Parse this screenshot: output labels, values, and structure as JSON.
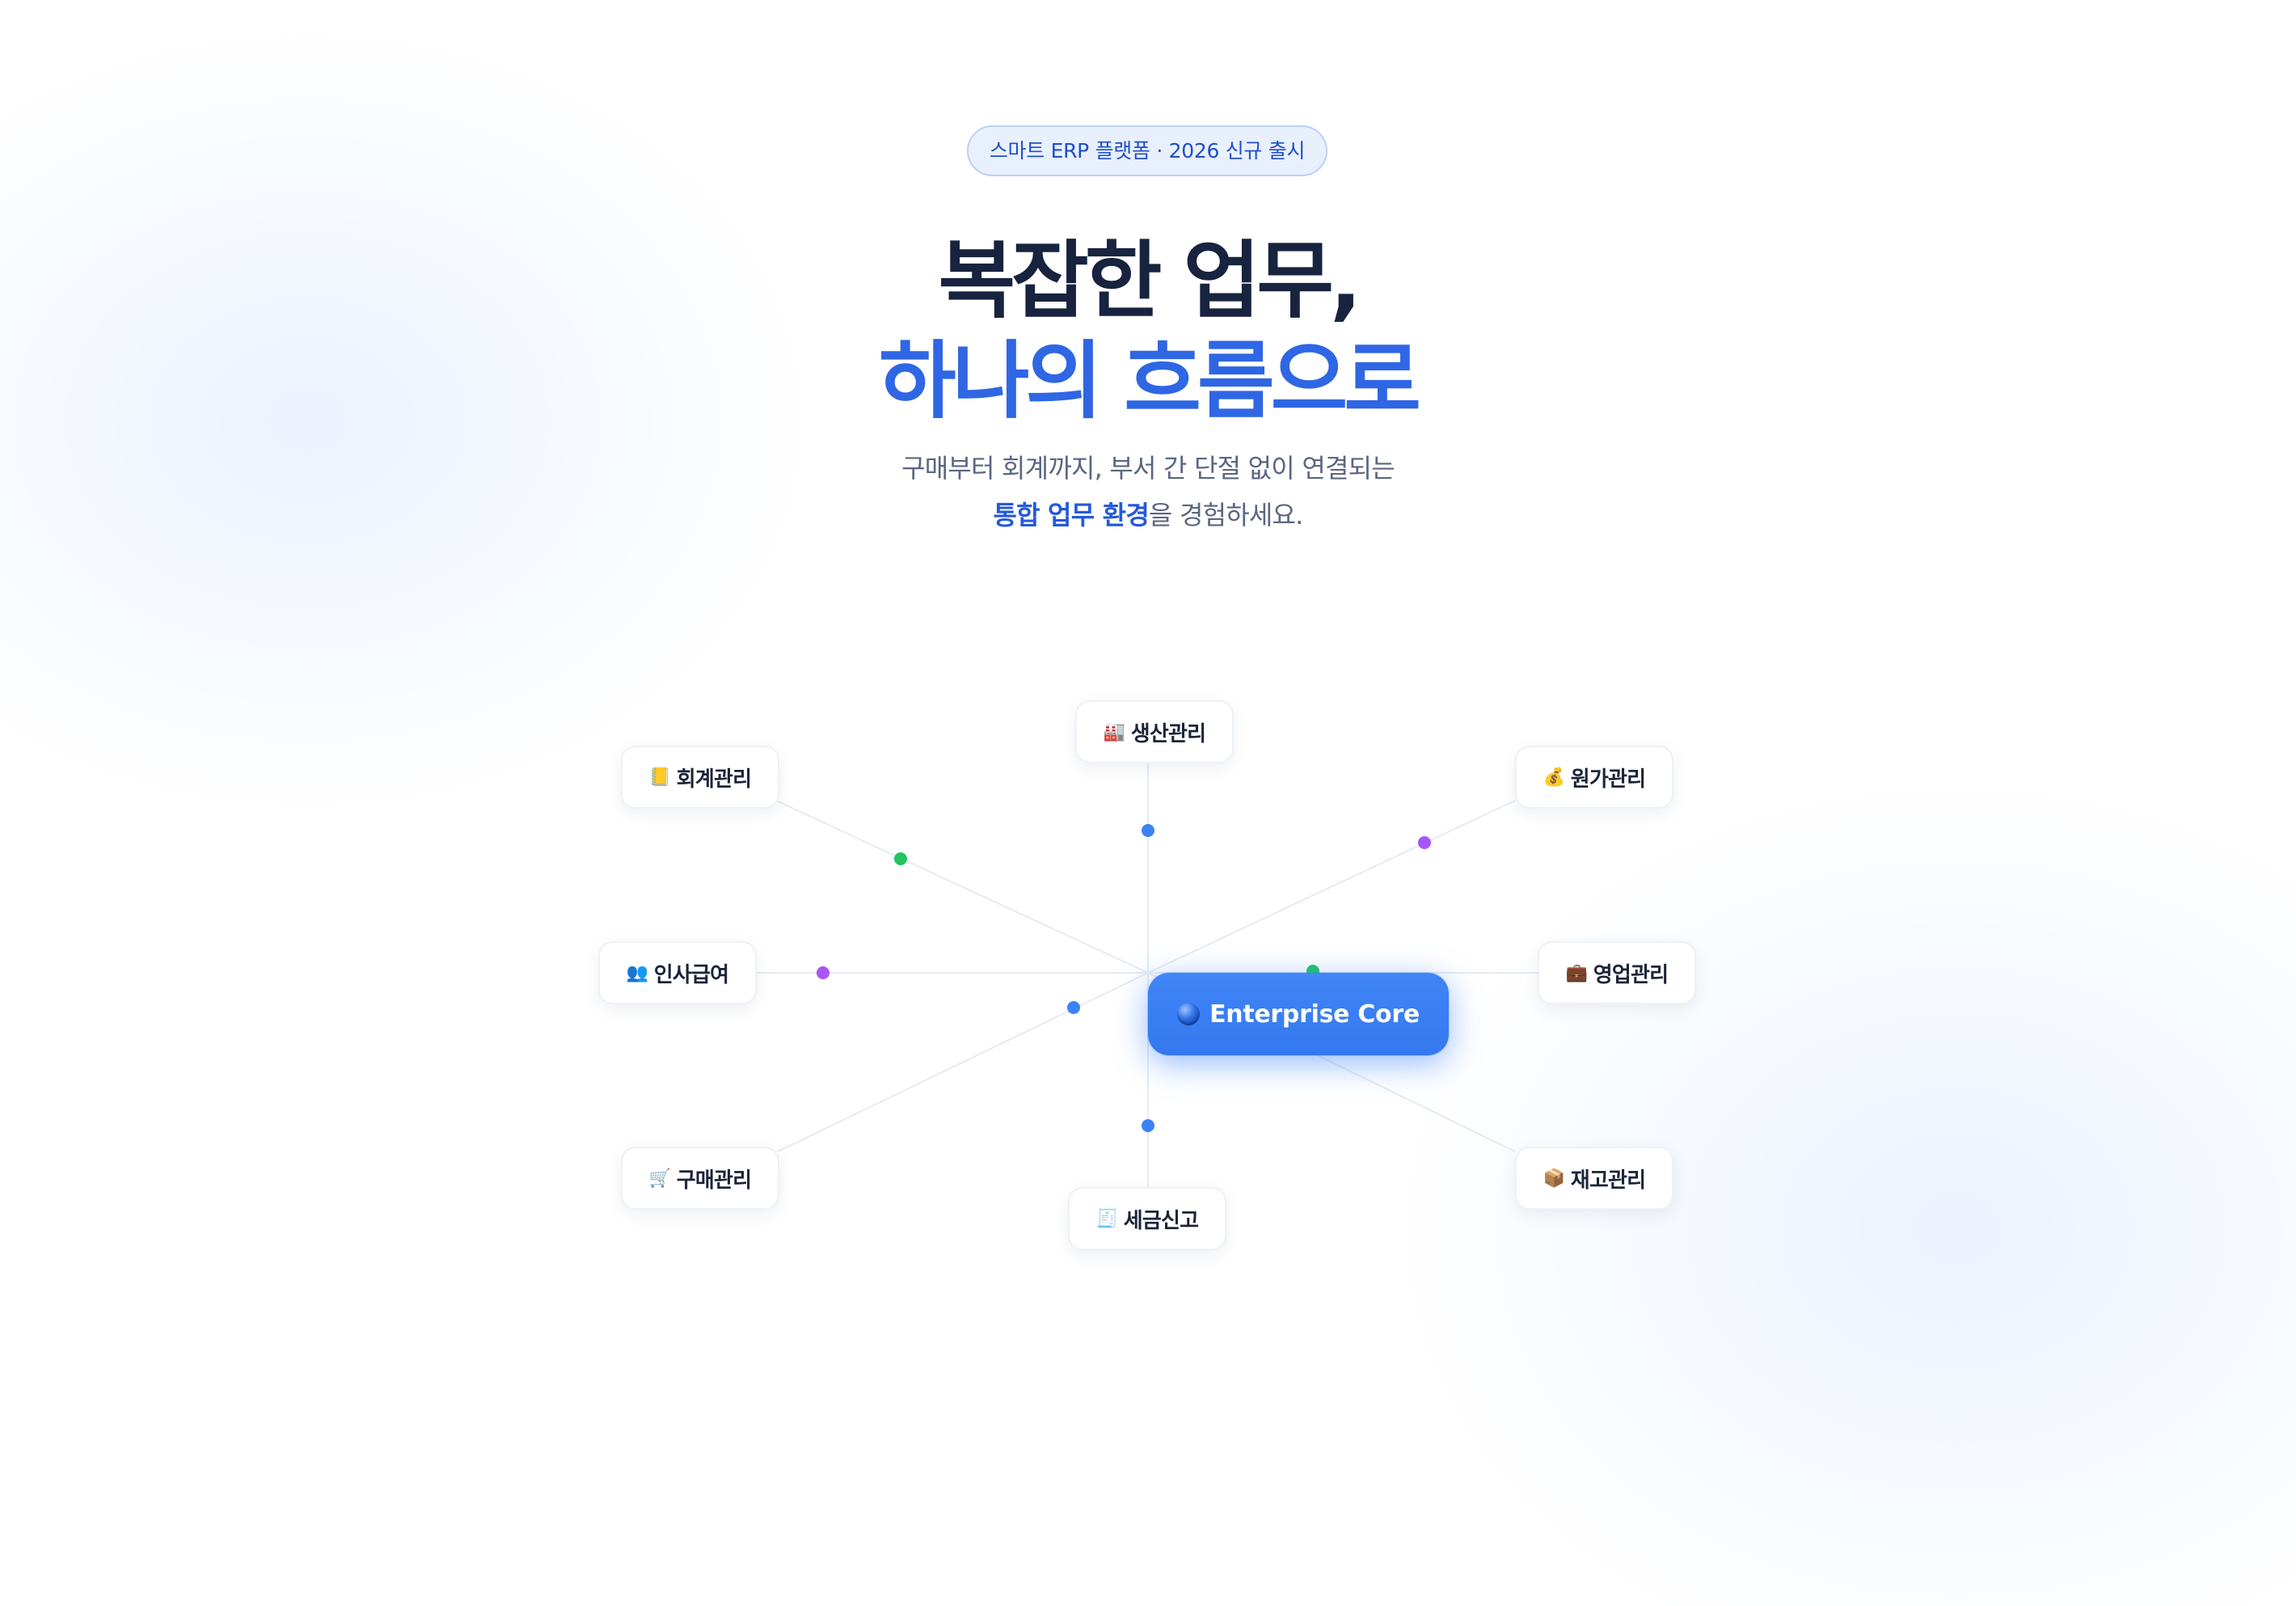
{
  "hero": {
    "badge": "스마트 ERP 플랫폼 · 2026 신규 출시",
    "title_line1": "복잡한 업무,",
    "title_line2": "하나의 흐름으로",
    "subtitle_line1": "구매부터 회계까지, 부서 간 단절 없이 연결되는",
    "subtitle_highlight": "통합 업무 환경",
    "subtitle_line2_rest": "을 경험하세요."
  },
  "diagram": {
    "core": {
      "label": "Enterprise Core",
      "icon": "globe-icon"
    },
    "modules": [
      {
        "id": "accounting",
        "label": "회계관리",
        "icon": "ledger-icon"
      },
      {
        "id": "production",
        "label": "생산관리",
        "icon": "factory-icon"
      },
      {
        "id": "cost",
        "label": "원가관리",
        "icon": "money-bag-icon"
      },
      {
        "id": "hr",
        "label": "인사급여",
        "icon": "people-icon"
      },
      {
        "id": "sales",
        "label": "영업관리",
        "icon": "briefcase-icon"
      },
      {
        "id": "purchase",
        "label": "구매관리",
        "icon": "cart-icon"
      },
      {
        "id": "tax",
        "label": "세금신고",
        "icon": "receipt-icon"
      },
      {
        "id": "inventory",
        "label": "재고관리",
        "icon": "package-icon"
      }
    ],
    "colors": {
      "blue": "#3b82f6",
      "green": "#22c55e",
      "purple": "#a855f7",
      "line": "#e6ebf3"
    }
  }
}
